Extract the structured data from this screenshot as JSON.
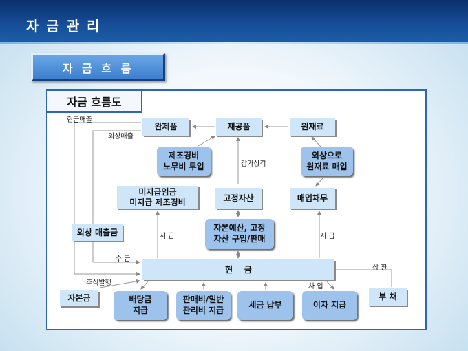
{
  "header": {
    "title": "자 금 관 리"
  },
  "button": {
    "label": "자 금 흐 름"
  },
  "panel": {
    "title": "자금 흐름도"
  },
  "nodes": {
    "finished": "완제품",
    "wip": "재공품",
    "raw": "원재료",
    "mfg_line1": "제조경비",
    "mfg_line2": "노무비 투입",
    "credit_line1": "외상으로",
    "credit_line2": "원재료 매입",
    "unpaid_line1": "미지급임금",
    "unpaid_line2": "미지급 제조경비",
    "fixed": "고정자산",
    "payable": "매입채무",
    "receivable": "외상 매출금",
    "capex_line1": "자본예산, 고정",
    "capex_line2": "자산 구입/판매",
    "cash": "현    금",
    "capital": "자본금",
    "dividend_line1": "배당금",
    "dividend_line2": "지급",
    "sga_line1": "판매비/일반",
    "sga_line2": "관리비 지급",
    "tax": "세금 납부",
    "interest": "이자 지급",
    "debt": "부 채"
  },
  "labels": {
    "cash_sales": "현금매출",
    "credit_sales": "외상매출",
    "depreciation": "감가상각",
    "pay_left": "지 급",
    "pay_right": "지 급",
    "collect": "수 금",
    "stock": "주식발행",
    "repay": "상 환",
    "borrow": "차 입"
  }
}
